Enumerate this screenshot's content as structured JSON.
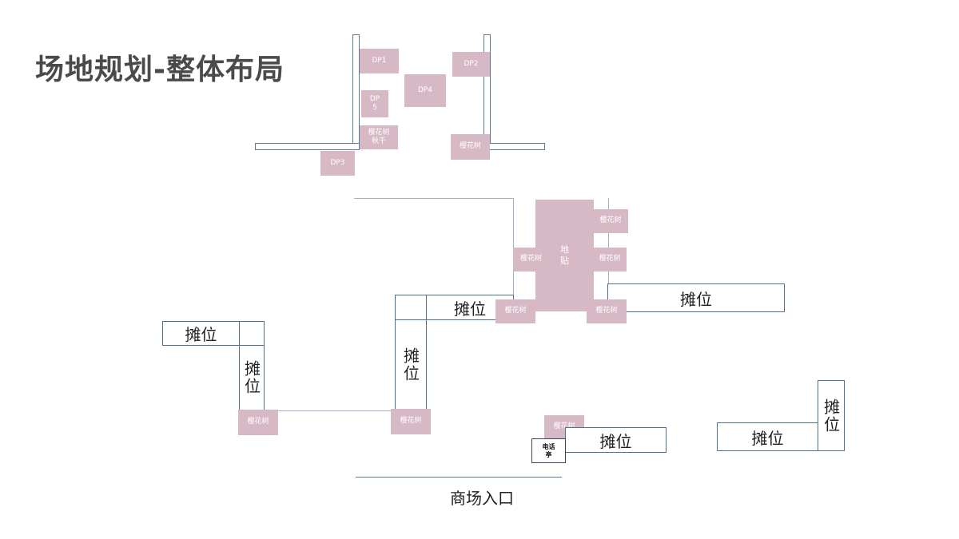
{
  "title": "场地规划-整体布局",
  "dp": {
    "dp1": "DP1",
    "dp2": "DP2",
    "dp3": "DP3",
    "dp4": "DP4",
    "dp5": "DP\n5"
  },
  "cherry_tree": "樱花树",
  "cherry_tree_swing": "樱花树\n秋千",
  "floor_sticker": "地\n贴",
  "stall": "摊位",
  "phone_booth": "电话\n亭",
  "entrance": "商场入口"
}
